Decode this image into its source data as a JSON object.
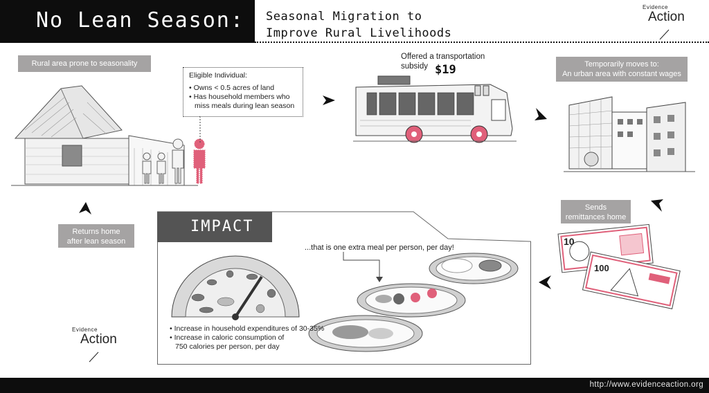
{
  "header": {
    "title": "No Lean Season:",
    "subtitle_line1": "Seasonal Migration to",
    "subtitle_line2": "Improve Rural Livelihoods"
  },
  "logo": {
    "small": "Evidence",
    "big": "Action"
  },
  "steps": {
    "rural": "Rural area prone to seasonality",
    "eligible_title": "Eligible Individual:",
    "eligible_criteria": [
      "• Owns < 0.5 acres of land",
      "• Has household members who miss meals during lean season"
    ],
    "subsidy_line1": "Offered a transportation",
    "subsidy_line2": "subsidy",
    "subsidy_amount": "$19",
    "urban_line1": "Temporarily moves to:",
    "urban_line2": "An urban area with constant wages",
    "sends_line1": "Sends",
    "sends_line2": "remittances home",
    "return_line1": "Returns home",
    "return_line2": "after lean season"
  },
  "impact": {
    "title": "IMPACT",
    "meal_note": "...that is one extra meal per person, per day!",
    "bullets": [
      "• Increase in household expenditures of 30-35%",
      "• Increase in caloric consumption of",
      "750 calories per person, per day"
    ]
  },
  "banknotes": {
    "note1": "10",
    "note2": "100"
  },
  "footer": {
    "url": "http://www.evidenceaction.org"
  },
  "colors": {
    "accent": "#e0607a",
    "label_grey": "#a5a3a3",
    "dark": "#0d0d0d",
    "impact_bar": "#545454"
  },
  "icons": [
    "arrow-icon",
    "hut-icon",
    "person-icon",
    "bus-icon",
    "building-icon",
    "banknote-icon",
    "gauge-icon",
    "food-plate-icon"
  ]
}
